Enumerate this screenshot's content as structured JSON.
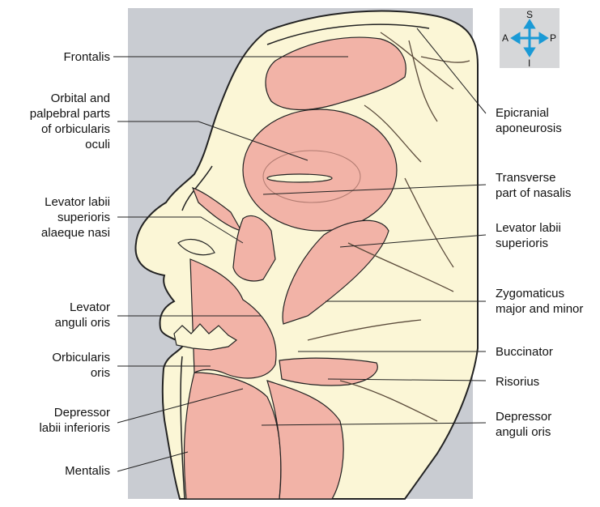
{
  "labels_left": [
    {
      "id": "frontalis",
      "text": "Frontalis"
    },
    {
      "id": "orbicularis-oculi",
      "text": "Orbital and\npalpebral parts\nof orbicularis\noculi"
    },
    {
      "id": "levator-labii-alaeque",
      "text": "Levator labii\nsuperioris\nalaeque nasi"
    },
    {
      "id": "levator-anguli-oris",
      "text": "Levator\nanguli oris"
    },
    {
      "id": "orbicularis-oris",
      "text": "Orbicularis\noris"
    },
    {
      "id": "depressor-labii",
      "text": "Depressor\nlabii inferioris"
    },
    {
      "id": "mentalis",
      "text": "Mentalis"
    }
  ],
  "labels_right": [
    {
      "id": "epicranial-aponeurosis",
      "text": "Epicranial\naponeurosis"
    },
    {
      "id": "transverse-nasalis",
      "text": "Transverse\npart of nasalis"
    },
    {
      "id": "levator-labii-superioris",
      "text": "Levator labii\nsuperioris"
    },
    {
      "id": "zygomaticus",
      "text": "Zygomaticus\nmajor and minor"
    },
    {
      "id": "buccinator",
      "text": "Buccinator"
    },
    {
      "id": "risorius",
      "text": "Risorius"
    },
    {
      "id": "depressor-anguli-oris",
      "text": "Depressor\nanguli oris"
    }
  ],
  "compass": {
    "superior": "S",
    "inferior": "I",
    "anterior": "A",
    "posterior": "P"
  },
  "colors": {
    "muscle": "#f2b3a7",
    "skin": "#fbf6d6",
    "background_panel": "#c9ccd2",
    "vessel": "#ffffff",
    "outline": "#222222",
    "compass_bg": "#d6d7d9",
    "compass_arrow": "#1a9ad6"
  }
}
